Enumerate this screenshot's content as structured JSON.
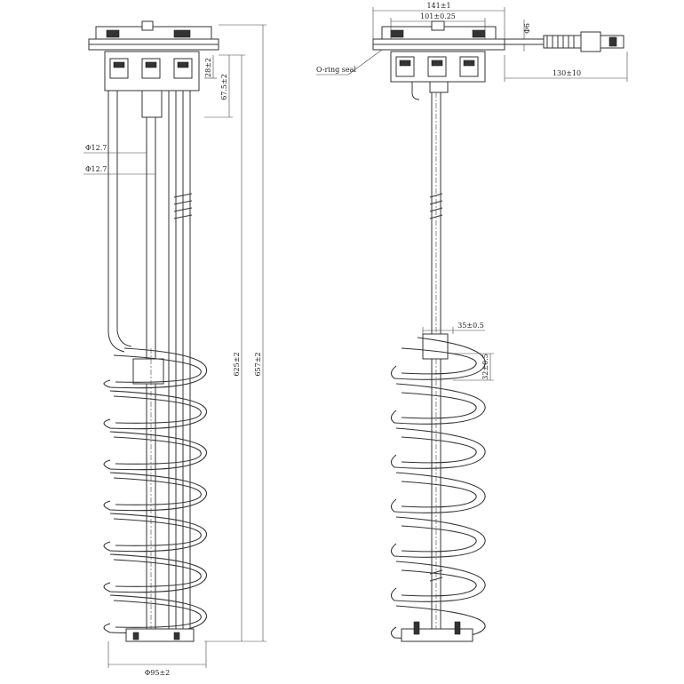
{
  "left_view": {
    "dim_overall_height": "657±2",
    "dim_tube_height": "625±2",
    "dim_top_1": "28±2",
    "dim_top_2": "67.5±2",
    "dim_pipe_1": "Φ12.7",
    "dim_pipe_2": "Φ12.7",
    "dim_coil_diameter": "Φ95±2"
  },
  "right_view": {
    "dim_flange_width": "141±1",
    "dim_flange_inner": "101±0.25",
    "dim_cable_dia": "Φ6",
    "dim_cable_length": "130±10",
    "callout_seal": "O-ring seal",
    "dim_coil_pitch": "35±0.5",
    "dim_coil_offset": "32±0.5"
  },
  "colors": {
    "line": "#333333",
    "background": "#ffffff"
  }
}
